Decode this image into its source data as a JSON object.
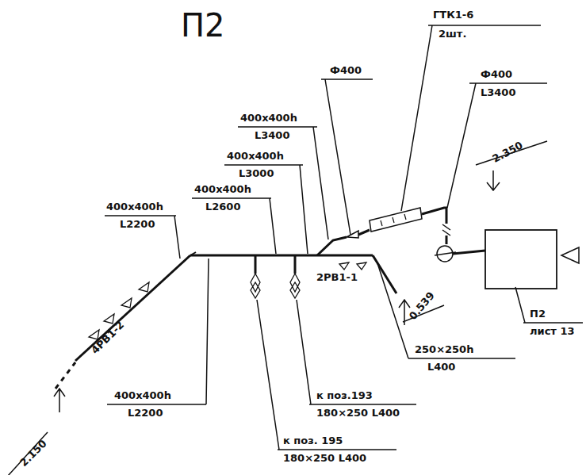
{
  "diagram": {
    "title": "П2",
    "labels": [
      "ГТК1-6",
      "2шт.",
      "Ф400",
      "Ф400",
      "L3400",
      "400x400h",
      "L3400",
      "400x400h",
      "L3000",
      "400x400h",
      "L2600",
      "400x400h",
      "L2200",
      "4РВ1-2",
      "2РВ1-1",
      "2.350",
      "0.539",
      "П2",
      "лист 13",
      "250×250h",
      "L400",
      "к поз.193",
      "180×250 L400",
      "к поз. 195",
      "180×250 L400",
      "400x400h",
      "L2200",
      "2.150"
    ]
  }
}
